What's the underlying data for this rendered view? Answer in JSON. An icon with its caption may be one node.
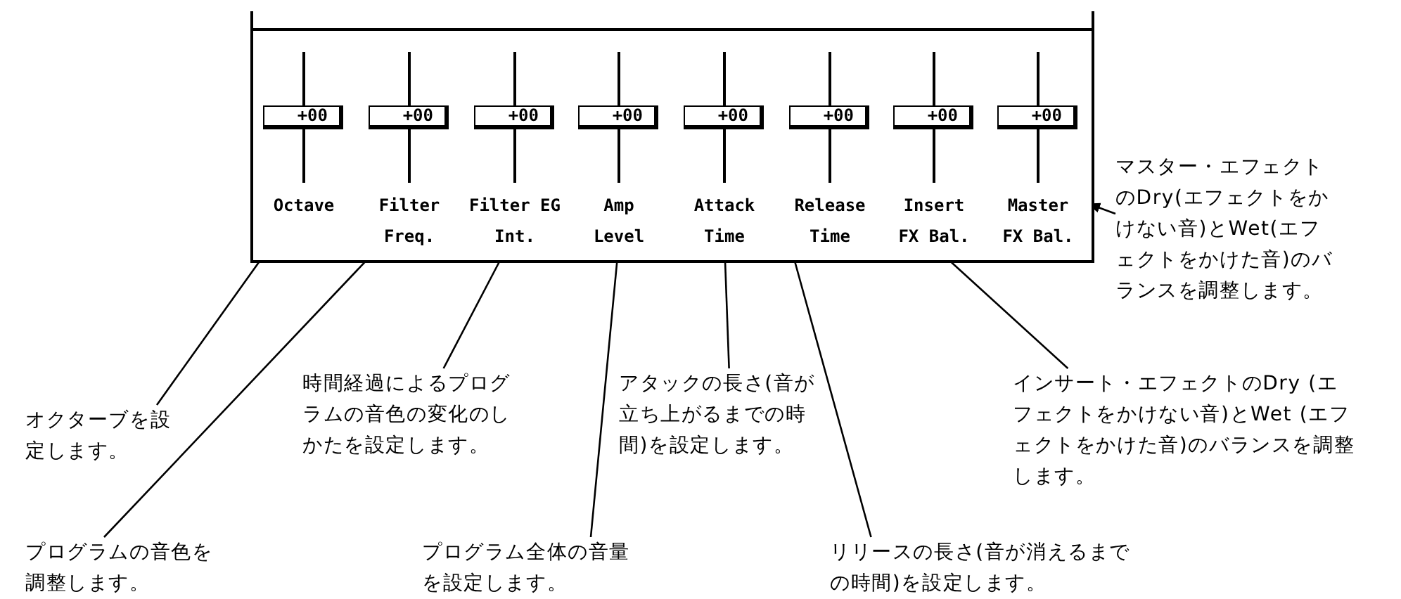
{
  "diagram": {
    "nodes": [
      {
        "text": [],
        "shape": "box"
      },
      {
        "text": [
          "+00",
          "Octave"
        ],
        "in": 0
      },
      {
        "text": [
          "+00",
          "Filter Freq."
        ],
        "in": 0
      },
      {
        "text": [
          "+00",
          "Filter EG Int."
        ],
        "in": 0
      },
      {
        "text": [
          "+00",
          "Amp Level"
        ],
        "in": 0
      },
      {
        "text": [
          "+00",
          "Attack Time"
        ],
        "in": 0
      },
      {
        "text": [
          "+00",
          "Release Time"
        ],
        "in": 0
      },
      {
        "text": [
          "+00",
          "Insert FX Bal."
        ],
        "in": 0
      },
      {
        "text": [
          "+00",
          "Master FX Bal."
        ],
        "in": 0
      },
      {
        "text": [
          "オクターブを設定します。"
        ]
      },
      {
        "text": [
          "プログラムの音色を調整します。"
        ]
      },
      {
        "text": [
          "時間経過によるプログラムの音色の変化のしかたを設定します。"
        ]
      },
      {
        "text": [
          "プログラム全体の音量を設定します。"
        ]
      },
      {
        "text": [
          "アタックの長さ(音が立ち上がるまでの時間)を設定します。"
        ]
      },
      {
        "text": [
          "リリースの長さ(音が消えるまでの時間)を設定します。"
        ]
      },
      {
        "text": [
          "インサート・エフェクトのDry (エフェクトをかけない音)とWet (エフェクトをかけた音)のバランスを調整します。"
        ]
      },
      {
        "text": [
          "マスター・エフェクトのDry(エフェクトをかけない音)とWet(エフェクトをかけた音)のバランスを調整します。"
        ]
      }
    ],
    "edges": [
      {
        "from": 9,
        "to": 1,
        "arrow": "to"
      },
      {
        "from": 10,
        "to": 2,
        "arrow": "to"
      },
      {
        "from": 11,
        "to": 3,
        "arrow": "to"
      },
      {
        "from": 12,
        "to": 4,
        "arrow": "to"
      },
      {
        "from": 13,
        "to": 5,
        "arrow": "to"
      },
      {
        "from": 14,
        "to": 6,
        "arrow": "to"
      },
      {
        "from": 15,
        "to": 7,
        "arrow": "to"
      },
      {
        "from": 16,
        "to": 8,
        "arrow": "to"
      }
    ]
  }
}
